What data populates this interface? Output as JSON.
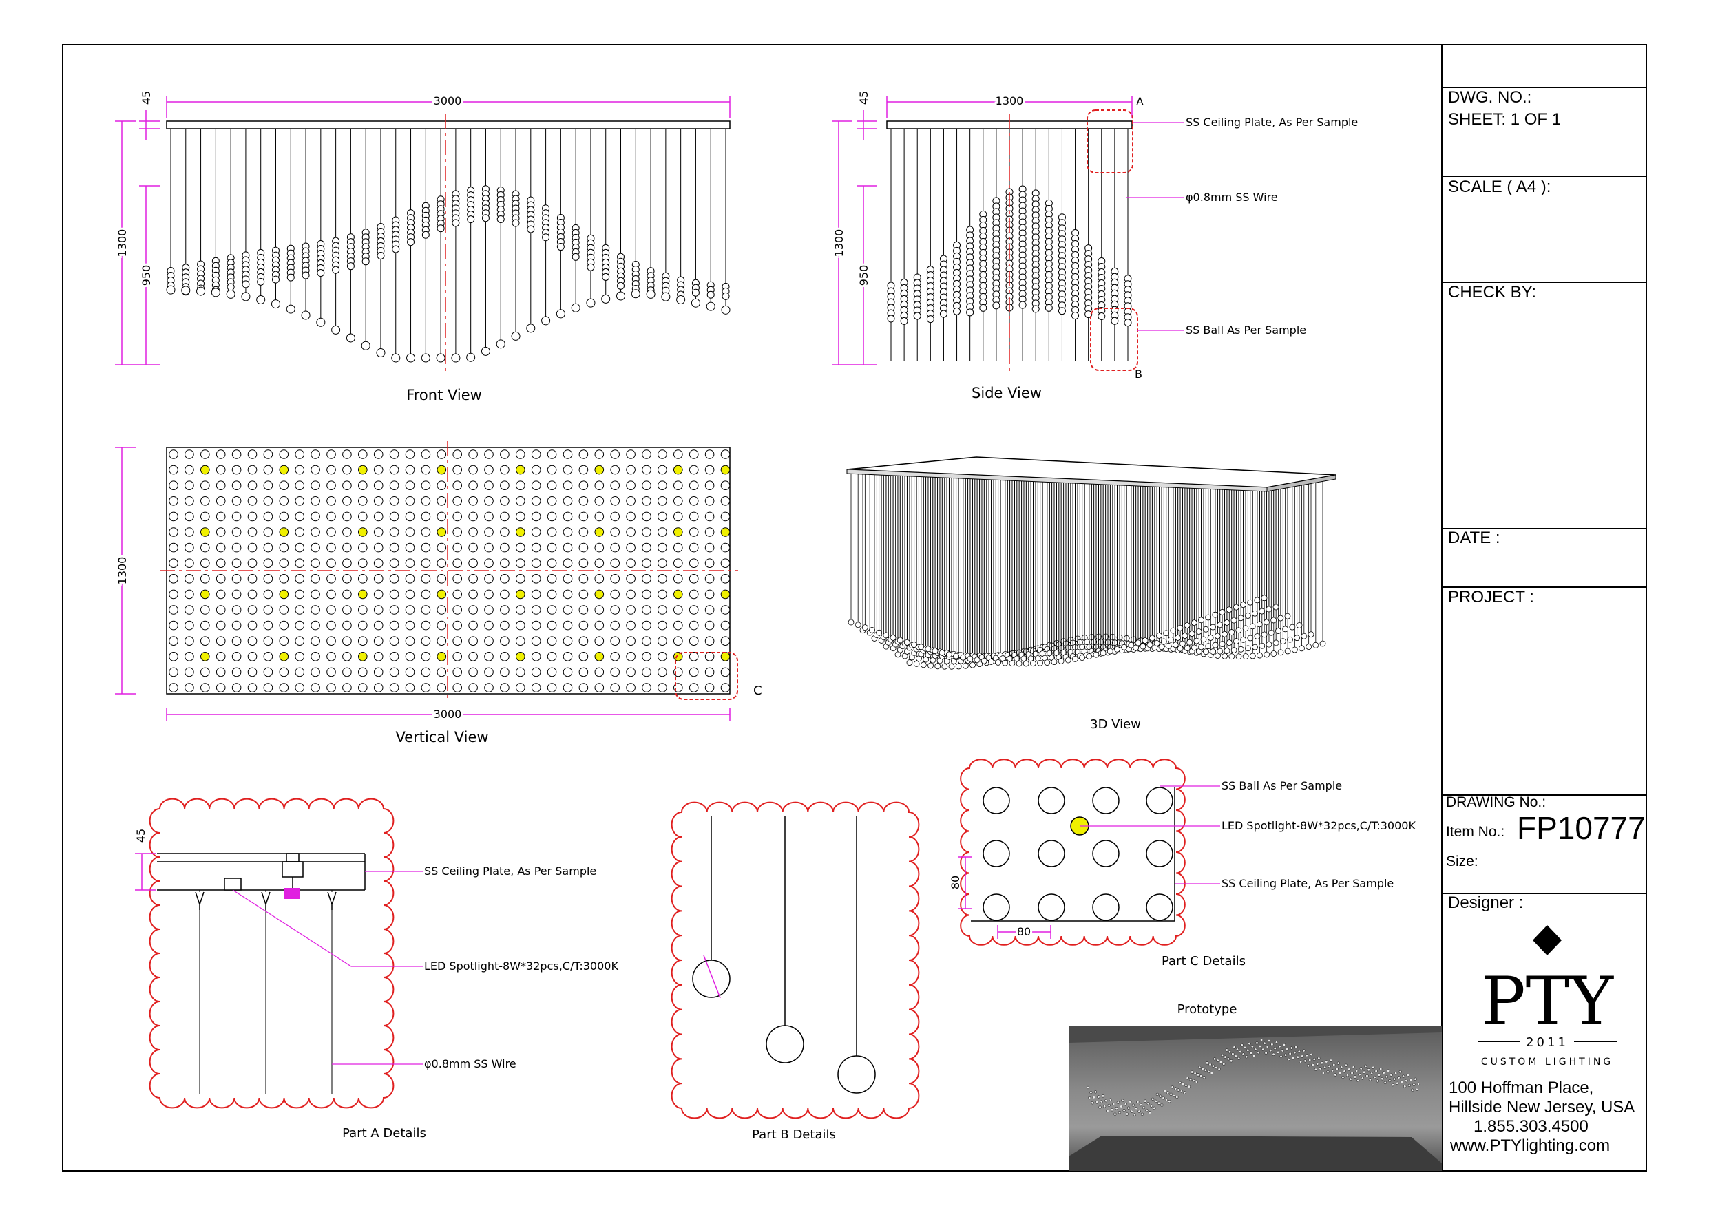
{
  "views": {
    "front": {
      "title": "Front View",
      "width_dim": "3000",
      "plate_dim": "45",
      "height_dim": "1300",
      "drop_dim": "950"
    },
    "side": {
      "title": "Side View",
      "width_dim": "1300",
      "plate_dim": "45",
      "height_dim": "1300",
      "drop_dim": "950",
      "marker_a": "A",
      "marker_b": "B"
    },
    "vertical": {
      "title": "Vertical View",
      "width_dim": "3000",
      "height_dim": "1300",
      "marker_c": "C"
    },
    "three_d": {
      "title": "3D View"
    }
  },
  "callouts": {
    "ceiling_plate": "SS Ceiling Plate, As Per Sample",
    "wire": "φ0.8mm SS Wire",
    "ball": "SS Ball As Per Sample",
    "led": "LED Spotlight-8W*32pcs,C/T:3000K"
  },
  "details": {
    "part_a": {
      "title": "Part A Details",
      "plate_dim": "45"
    },
    "part_b": {
      "title": "Part B Details"
    },
    "part_c": {
      "title": "Part C Details",
      "pitch_h": "80",
      "pitch_v": "80"
    }
  },
  "prototype": {
    "title": "Prototype"
  },
  "title_block": {
    "dwg_no_label": "DWG. NO.:",
    "sheet_label": "SHEET: 1 OF 1",
    "scale_label": "SCALE ( A4 ):",
    "check_label": "CHECK BY:",
    "date_label": "DATE :",
    "project_label": "PROJECT :",
    "drawing_no_label": "DRAWING No.:",
    "item_no_label": "Item No.:",
    "item_no_value": "FP10777",
    "size_label": "Size:",
    "designer_label": "Designer :"
  },
  "company": {
    "logo_name": "PTY",
    "logo_year": "2011",
    "logo_sub": "CUSTOM LIGHTING",
    "address_line1": "100 Hoffman Place,",
    "address_line2": "Hillside New Jersey, USA",
    "phone": "1.855.303.4500",
    "website": "www.PTYlighting.com"
  },
  "colors": {
    "dimension": "#e020e0",
    "detail_outline": "#e02020",
    "led": "#f0f000",
    "line": "#000000"
  }
}
